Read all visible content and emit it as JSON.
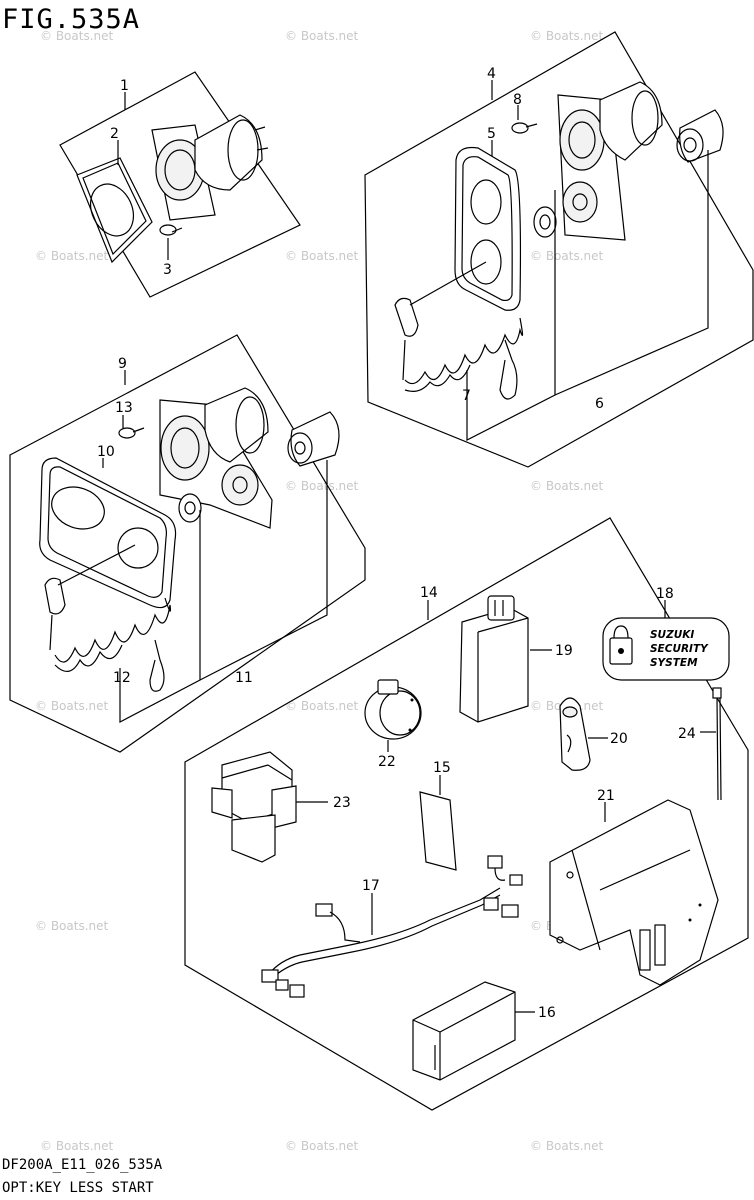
{
  "figure": {
    "title": "FIG.535A",
    "footer_code": "DF200A_E11_026_535A",
    "footer_description": "OPT:KEY LESS START"
  },
  "security_label": {
    "line1": "SUZUKI",
    "line2": "SECURITY",
    "line3": "SYSTEM"
  },
  "watermark": "© Boats.net",
  "callouts": {
    "c1": "1",
    "c2": "2",
    "c3": "3",
    "c4": "4",
    "c5": "5",
    "c6": "6",
    "c7": "7",
    "c8": "8",
    "c9": "9",
    "c10": "10",
    "c11": "11",
    "c12": "12",
    "c13": "13",
    "c14": "14",
    "c15": "15",
    "c16": "16",
    "c17": "17",
    "c18": "18",
    "c19": "19",
    "c20": "20",
    "c21": "21",
    "c22": "22",
    "c23": "23",
    "c24": "24"
  }
}
